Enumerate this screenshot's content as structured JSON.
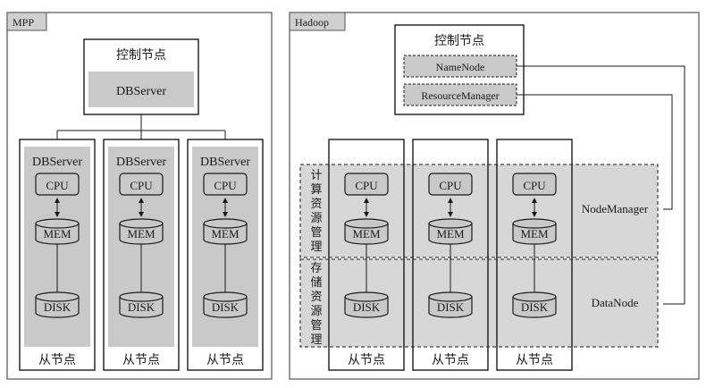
{
  "mpp": {
    "label": "MPP",
    "control_node": {
      "title": "控制节点",
      "server": "DBServer"
    },
    "workers": [
      {
        "server": "DBServer",
        "cpu": "CPU",
        "mem": "MEM",
        "disk": "DISK",
        "footer": "从节点"
      },
      {
        "server": "DBServer",
        "cpu": "CPU",
        "mem": "MEM",
        "disk": "DISK",
        "footer": "从节点"
      },
      {
        "server": "DBServer",
        "cpu": "CPU",
        "mem": "MEM",
        "disk": "DISK",
        "footer": "从节点"
      }
    ]
  },
  "hadoop": {
    "label": "Hadoop",
    "control_node": {
      "title": "控制节点",
      "namenode": "NameNode",
      "resourcemanager": "ResourceManager"
    },
    "band_compute": {
      "label_chars": [
        "计",
        "算",
        "资",
        "源",
        "管",
        "理"
      ],
      "service": "NodeManager"
    },
    "band_storage": {
      "label_chars": [
        "存",
        "储",
        "资",
        "源",
        "管",
        "理"
      ],
      "service": "DataNode"
    },
    "workers": [
      {
        "cpu": "CPU",
        "mem": "MEM",
        "disk": "DISK",
        "footer": "从节点"
      },
      {
        "cpu": "CPU",
        "mem": "MEM",
        "disk": "DISK",
        "footer": "从节点"
      },
      {
        "cpu": "CPU",
        "mem": "MEM",
        "disk": "DISK",
        "footer": "从节点"
      }
    ]
  },
  "colors": {
    "box_fill": "#c9c9c9",
    "line": "#1a1a1a",
    "band_fill": "#d7d7d7",
    "panel_border": "#555555"
  }
}
